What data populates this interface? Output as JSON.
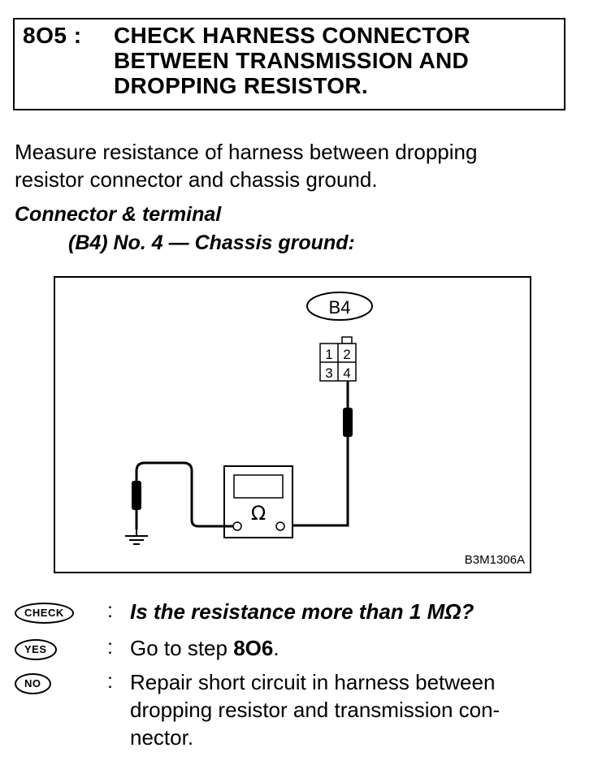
{
  "header": {
    "step_number": "8O5 :",
    "title_lines": [
      "CHECK HARNESS CONNECTOR",
      "BETWEEN TRANSMISSION AND",
      "DROPPING RESISTOR."
    ]
  },
  "intro": {
    "line1": "Measure resistance of harness between dropping",
    "line2": "resistor connector and chassis ground."
  },
  "connector": {
    "label": "Connector & terminal",
    "value": "(B4) No. 4 — Chassis ground:"
  },
  "diagram": {
    "connector_id": "B4",
    "pins": [
      "1",
      "2",
      "3",
      "4"
    ],
    "meter_symbol": "Ω",
    "figure_code": "B3M1306A"
  },
  "check": {
    "badge": "CHECK",
    "question": "Is the resistance more than 1 MΩ?"
  },
  "yes": {
    "badge": "YES",
    "text_prefix": "Go to step ",
    "step_ref": "8O6",
    "text_suffix": "."
  },
  "no": {
    "badge": "NO",
    "line1": "Repair short circuit in harness between",
    "line2": "dropping resistor and transmission con-",
    "line3": "nector."
  }
}
